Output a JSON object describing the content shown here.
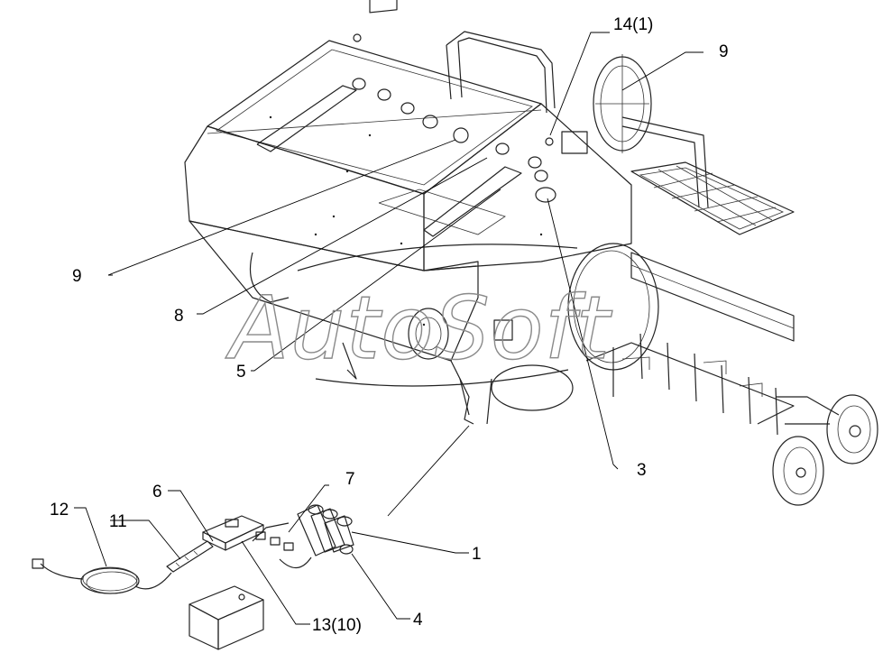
{
  "watermark": "AutoSoft",
  "callouts": [
    {
      "id": "c14",
      "text": "14(1)"
    },
    {
      "id": "c9a",
      "text": "9"
    },
    {
      "id": "c9b",
      "text": "9"
    },
    {
      "id": "c8",
      "text": "8"
    },
    {
      "id": "c5",
      "text": "5"
    },
    {
      "id": "c3",
      "text": "3"
    },
    {
      "id": "c7",
      "text": "7"
    },
    {
      "id": "c6",
      "text": "6"
    },
    {
      "id": "c12",
      "text": "12"
    },
    {
      "id": "c11",
      "text": "11"
    },
    {
      "id": "c1",
      "text": "1"
    },
    {
      "id": "c4",
      "text": "4"
    },
    {
      "id": "c1310",
      "text": "13(10)"
    }
  ]
}
